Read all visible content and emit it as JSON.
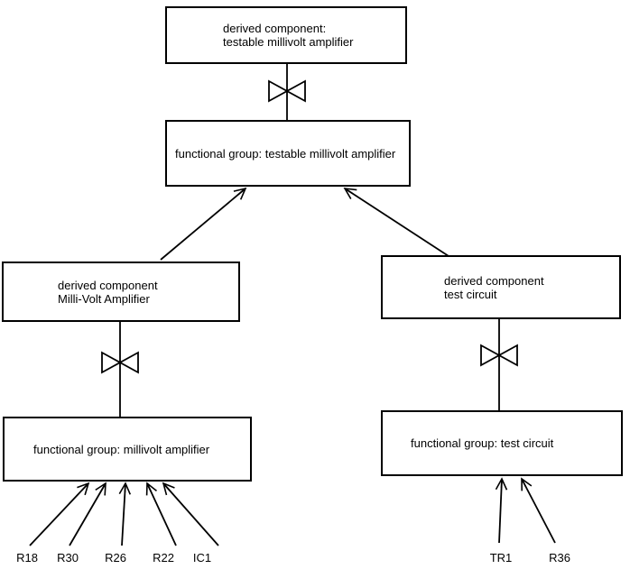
{
  "diagram": {
    "nodes": {
      "top_derived": {
        "line1": "derived component:",
        "line2": "testable millivolt amplifier"
      },
      "fg_testable": {
        "label": "functional group: testable millivolt amplifier"
      },
      "left_derived": {
        "line1": "derived component",
        "line2": "Milli-Volt Amplifier"
      },
      "right_derived": {
        "line1": "derived component",
        "line2": "test circuit"
      },
      "fg_millivolt": {
        "label": "functional group: millivolt amplifier"
      },
      "fg_test": {
        "label": "functional group: test circuit"
      }
    },
    "components": {
      "left": [
        "R18",
        "R30",
        "R26",
        "R22",
        "IC1"
      ],
      "right": [
        "TR1",
        "R36"
      ]
    },
    "colors": {
      "background": "#ffffff",
      "line": "#000000",
      "box_border": "#000000"
    }
  }
}
